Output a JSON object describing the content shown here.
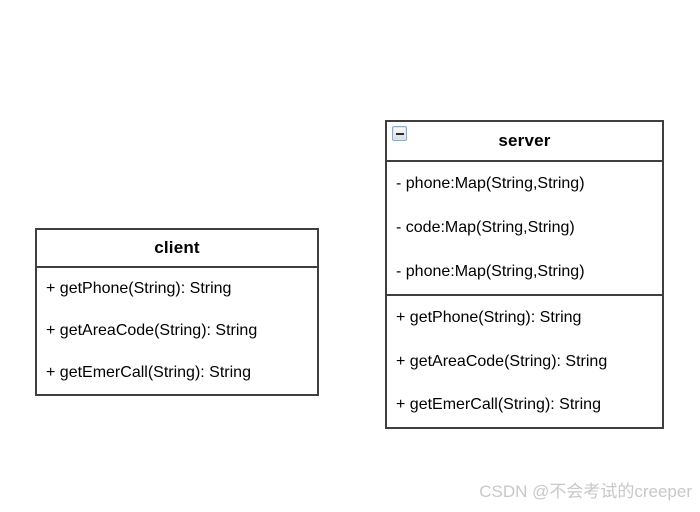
{
  "client": {
    "title": "client",
    "methods": [
      "+ getPhone(String): String",
      "+ getAreaCode(String): String",
      "+ getEmerCall(String): String"
    ]
  },
  "server": {
    "title": "server",
    "attributes": [
      "- phone:Map(String,String)",
      "- code:Map(String,String)",
      "- phone:Map(String,String)"
    ],
    "methods": [
      "+ getPhone(String): String",
      "+ getAreaCode(String): String",
      "+ getEmerCall(String): String"
    ],
    "collapse_icon": "minus"
  },
  "watermark": {
    "text": "CSDN @不会考试的creeper"
  },
  "colors": {
    "background": "#ffffff",
    "border": "#3f3f3f",
    "text": "#000000",
    "watermark_text": "#c8c8c8",
    "collapse_border": "#93aabe"
  }
}
